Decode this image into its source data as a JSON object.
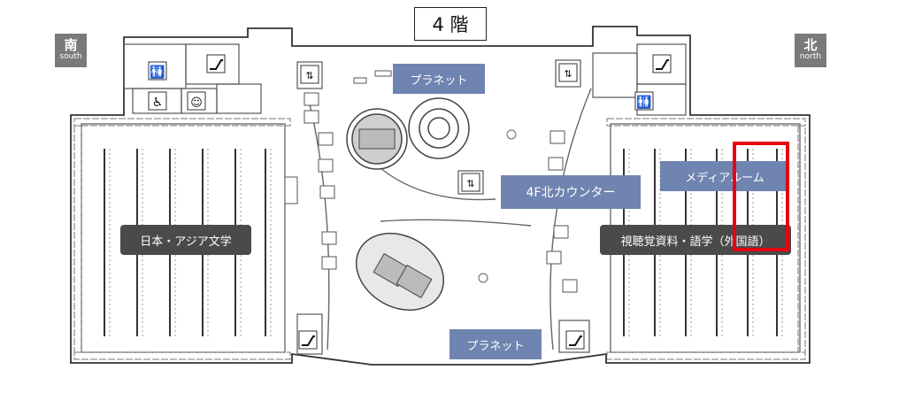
{
  "floor_title": "4 階",
  "compass": {
    "south": {
      "kanji": "南",
      "english": "south"
    },
    "north": {
      "kanji": "北",
      "english": "north"
    }
  },
  "areas": {
    "planet_top": "プラネット",
    "planet_bottom": "プラネット",
    "counter": "4F北カウンター",
    "media_room": "メディアルーム",
    "japan_asia_literature": "日本・アジア文学",
    "audiovisual_language": "視聴覚資料・語学（外国語）"
  },
  "icons": [
    "restroom-icon",
    "accessible-restroom-icon",
    "escalator-icon",
    "elevator-icon",
    "baby-care-icon"
  ],
  "colors": {
    "area_blue": "#6f84b0",
    "area_dark": "#4a4a4a",
    "highlight_red": "#e60012",
    "compass_gray": "#7a7a7a"
  }
}
